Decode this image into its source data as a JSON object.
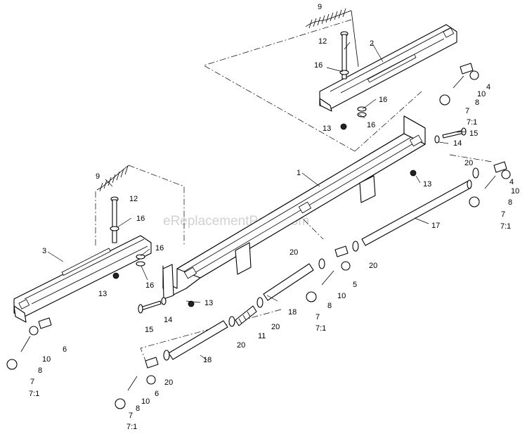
{
  "watermark": "eReplacementParts.com",
  "callouts": {
    "c1": "1",
    "c2": "2",
    "c3": "3",
    "c4a": "4",
    "c4b": "4",
    "c5": "5",
    "c6a": "6",
    "c6b": "6",
    "c7a": "7",
    "c7b": "7",
    "c7c": "7",
    "c7d": "7",
    "c7e": "7",
    "r71a": "7:1",
    "r71b": "7:1",
    "r71c": "7:1",
    "r71d": "7:1",
    "r71e": "7:1",
    "c8a": "8",
    "c8b": "8",
    "c8c": "8",
    "c8d": "8",
    "c8e": "8",
    "c9a": "9",
    "c9b": "9",
    "c10a": "10",
    "c10b": "10",
    "c10c": "10",
    "c10d": "10",
    "c10e": "10",
    "c11": "11",
    "c12a": "12",
    "c12b": "12",
    "c13a": "13",
    "c13b": "13",
    "c13c": "13",
    "c13d": "13",
    "c14a": "14",
    "c14b": "14",
    "c15a": "15",
    "c15b": "15",
    "c16a": "16",
    "c16b": "16",
    "c16c": "16",
    "c16d": "16",
    "c16e": "16",
    "c16f": "16",
    "c17": "17",
    "c18a": "18",
    "c18b": "18",
    "c20a": "20",
    "c20b": "20",
    "c20c": "20",
    "c20d": "20",
    "c20e": "20",
    "c20f": "20"
  }
}
